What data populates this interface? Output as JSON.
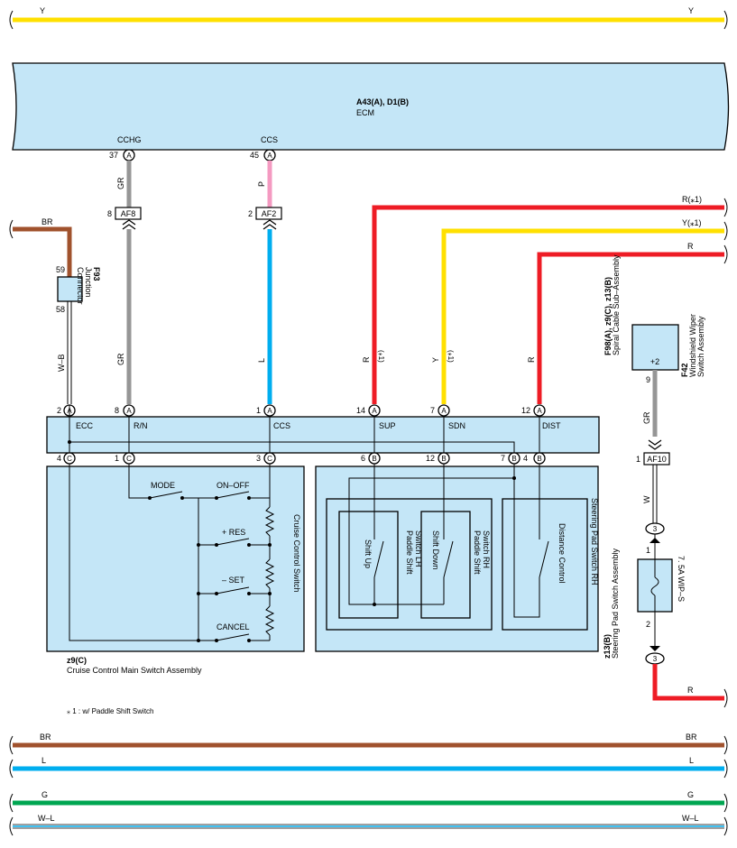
{
  "colors": {
    "Y": "#ffe000",
    "BR": "#a0522d",
    "L": "#00aeef",
    "G": "#00a651",
    "GR": "#969696",
    "R": "#ee1c25",
    "P": "#f49ac1",
    "box": "#c4e6f7"
  },
  "wires": {
    "top_y": "Y",
    "br_left": "BR",
    "r1": "R(⁎1)",
    "y1": "Y(⁎1)",
    "r": "R",
    "r_bottom": "R",
    "bottom_br": "BR",
    "bottom_l": "L",
    "bottom_g": "G",
    "bottom_wl": "W–L",
    "gr": "GR",
    "p": "P",
    "l": "L",
    "wb": "W–B",
    "w": "W",
    "r_star": "R",
    "y_star": "Y",
    "star1": "(⁎1)"
  },
  "ecm": {
    "code": "A43(A), D1(B)",
    "name": "ECM",
    "pins": [
      {
        "num": "37",
        "conn": "A",
        "signal": "CCHG"
      },
      {
        "num": "45",
        "conn": "A",
        "signal": "CCS"
      }
    ]
  },
  "junctions": {
    "af8": {
      "pin": "8",
      "label": "AF8"
    },
    "af2": {
      "pin": "2",
      "label": "AF2"
    },
    "af10": {
      "pin": "1",
      "label": "AF10"
    }
  },
  "f93": {
    "code": "F93",
    "name_line1": "Junction",
    "name_line2": "Connector",
    "pin_top": "59",
    "pin_bottom": "58"
  },
  "spiral": {
    "code": "F98(A), z9(C), z13(B)",
    "name": "Spiral Cable Sub–Assembly",
    "top_pins": [
      {
        "num": "2",
        "conn": "A",
        "signal": "ECC"
      },
      {
        "num": "8",
        "conn": "A",
        "signal": "R/N"
      },
      {
        "num": "1",
        "conn": "A",
        "signal": "CCS"
      },
      {
        "num": "14",
        "conn": "A",
        "signal": "SUP"
      },
      {
        "num": "7",
        "conn": "A",
        "signal": "SDN"
      },
      {
        "num": "12",
        "conn": "A",
        "signal": "DIST"
      }
    ],
    "bottom_pins": [
      {
        "num": "4",
        "conn": "C"
      },
      {
        "num": "1",
        "conn": "C"
      },
      {
        "num": "3",
        "conn": "C"
      },
      {
        "num": "6",
        "conn": "B"
      },
      {
        "num": "12",
        "conn": "B"
      },
      {
        "num": "7",
        "conn": "B"
      },
      {
        "num": "4",
        "conn": "B"
      }
    ]
  },
  "f42": {
    "code": "F42",
    "name_line1": "Windshield Wiper",
    "name_line2": "Switch Assembly",
    "terminal": "+2",
    "pin": "9"
  },
  "fuse": {
    "label": "7. 5A WIP–S",
    "pin_top": "1",
    "pin_bottom": "2",
    "conn": "3"
  },
  "cruise": {
    "code": "z9(C)",
    "name": "Cruise Control Main Switch Assembly",
    "switch_label": "Cruise Control Switch",
    "mode": "MODE",
    "onoff": "ON–OFF",
    "res": "+ RES",
    "set": "– SET",
    "cancel": "CANCEL"
  },
  "steering": {
    "code": "z13(B)",
    "name": "Steering Pad Switch Assembly",
    "rh": "Steering Pad Switch RH",
    "shift_up": "Shift Up",
    "paddle_lh_1": "Paddle Shift",
    "paddle_lh_2": "Switch LH",
    "shift_down": "Shift Down",
    "paddle_rh_1": "Paddle Shift",
    "paddle_rh_2": "Switch RH",
    "distance": "Distance Control"
  },
  "note": "⁎ 1 : w/ Paddle Shift Switch"
}
